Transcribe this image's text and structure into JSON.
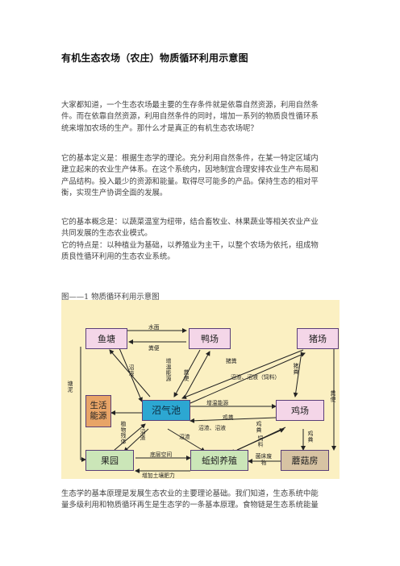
{
  "title": "有机生态农场（农庄）物质循环利用示意图",
  "paragraphs": [
    "大家都知道，一个生态农场最主要的生存条件就是依靠自然资源，利用自然条\n件。而在依靠自然资源，利用自然条件的同时，增加一系列的物质良性循环系\n统来增加农场的生产。那什么才是真正的有机生态农场呢？",
    "它的基本定义是：根据生态学的理论。充分利用自然条件，在某一特定区域内\n建立起来的农业生产体系。在这个系统内，因地制宜合理安排农业生产布局和\n产品结构。投入最少的资源和能量。取得尽可能多的产品。保持生态的相对平\n衡，实现生产协调全面的发展。",
    "它的基本概念是：以蔬菜温室为纽带，结合畜牧业、林果蔬业等相关农业产业\n共同发展的生态农业模式。\n它的特点是：以种植业为基础，以养殖业为主干，以整个农场为依托，组成物\n质良性循环利用的生态农业系统。",
    "生态学的基本原理是发展生态农业的主要理论基础。我们知道，生态系统中能\n量多级利用和物质循环再生是生态学的一条基本原理。食物链是生态系统能量"
  ],
  "caption": "图——1 物质循环利用示意图",
  "diagram": {
    "nodes": {
      "fish_pond": "鱼塘",
      "duck_farm": "鸭场",
      "pig_farm": "猪场",
      "life_energy": "生活能源",
      "biogas_pool": "沼气池",
      "chicken_farm": "鸡场",
      "orchard": "果园",
      "earthworm": "蚯蚓养殖",
      "mushroom": "蘑菇房"
    },
    "labels": {
      "water_surface": "水面",
      "duck_manure": "粪便",
      "pond_mud": "塘泥",
      "biogas_slurry_1": "沼液",
      "heat_energy": "增温能源",
      "manure_1": "粪便",
      "pig_manure": "猪粪",
      "biogas_slurry_feed": "沼渣、沼液（饲料）",
      "pig_dung": "猪粪",
      "dung_right": "粪便",
      "heat_energy_2": "增温能源",
      "chicken_manure": "鸡粪",
      "slurry_residue": "沼渣、沼液",
      "plant_residue": "植物残体",
      "biogas_residue": "沼渣",
      "residue_2": "沼渣",
      "chicken_dung": "鸡粪",
      "feed": "饲料",
      "chicken_dung_2": "鸡粪",
      "understory": "底层空间",
      "soil_fertility": "增加土壤肥力",
      "mushroom_waste": "菌床废物"
    }
  }
}
